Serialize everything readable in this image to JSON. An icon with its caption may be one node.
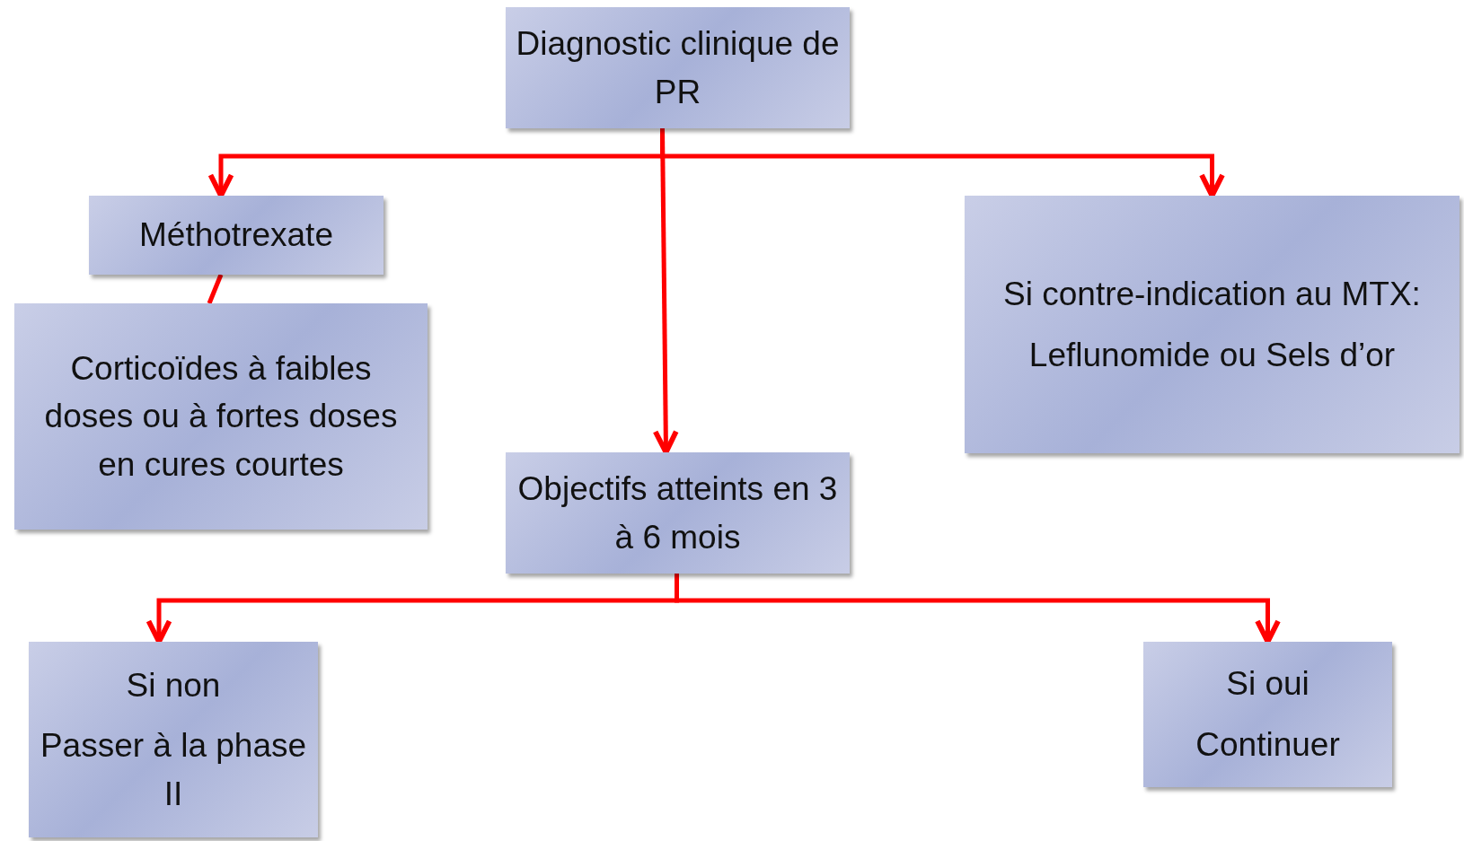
{
  "diagram": {
    "nodes": [
      {
        "text": [
          "Diagnostic clinique de PR"
        ]
      },
      {
        "text": [
          "Méthotrexate"
        ]
      },
      {
        "text": [
          "Corticoïdes à faibles doses ou à fortes doses en cures courtes"
        ]
      },
      {
        "text": [
          "Si contre-indication au MTX:",
          "Leflunomide ou Sels d’or"
        ]
      },
      {
        "text": [
          "Objectifs atteints en 3 à 6 mois"
        ]
      },
      {
        "text": [
          "Si non",
          "Passer à la phase II"
        ]
      },
      {
        "text": [
          "Si oui",
          "Continuer"
        ]
      }
    ],
    "edges": [
      {
        "from": 0,
        "to": 1,
        "arrow": "to"
      },
      {
        "from": 0,
        "to": 4,
        "arrow": "to"
      },
      {
        "from": 0,
        "to": 3,
        "arrow": "to"
      },
      {
        "from": 1,
        "to": 2,
        "arrow": "none"
      },
      {
        "from": 4,
        "to": 5,
        "arrow": "to"
      },
      {
        "from": 4,
        "to": 6,
        "arrow": "to"
      }
    ]
  }
}
